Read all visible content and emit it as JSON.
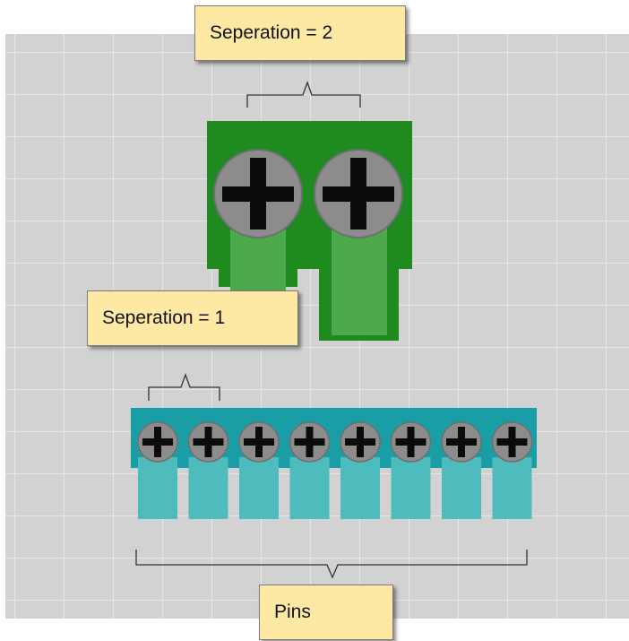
{
  "labels": {
    "separation_2": "Seperation = 2",
    "separation_1": "Seperation = 1",
    "pins": "Pins"
  },
  "colors": {
    "background_grid": "#d2d2d2",
    "grid_lines": "#e6e6e6",
    "large_connector_body": "#1f8a1f",
    "large_connector_pins": "#4caa4c",
    "small_connector_body": "#1a9ea6",
    "small_connector_pins": "#4ebcbc",
    "screw_head": "#8c8c8c",
    "callout_fill": "#fde9a4"
  },
  "icons": {
    "screw": "phillips-screw-icon"
  },
  "components": {
    "large_terminal_block": {
      "pin_count": 2,
      "separation": 2
    },
    "small_terminal_block": {
      "pin_count": 8,
      "separation": 1
    }
  }
}
